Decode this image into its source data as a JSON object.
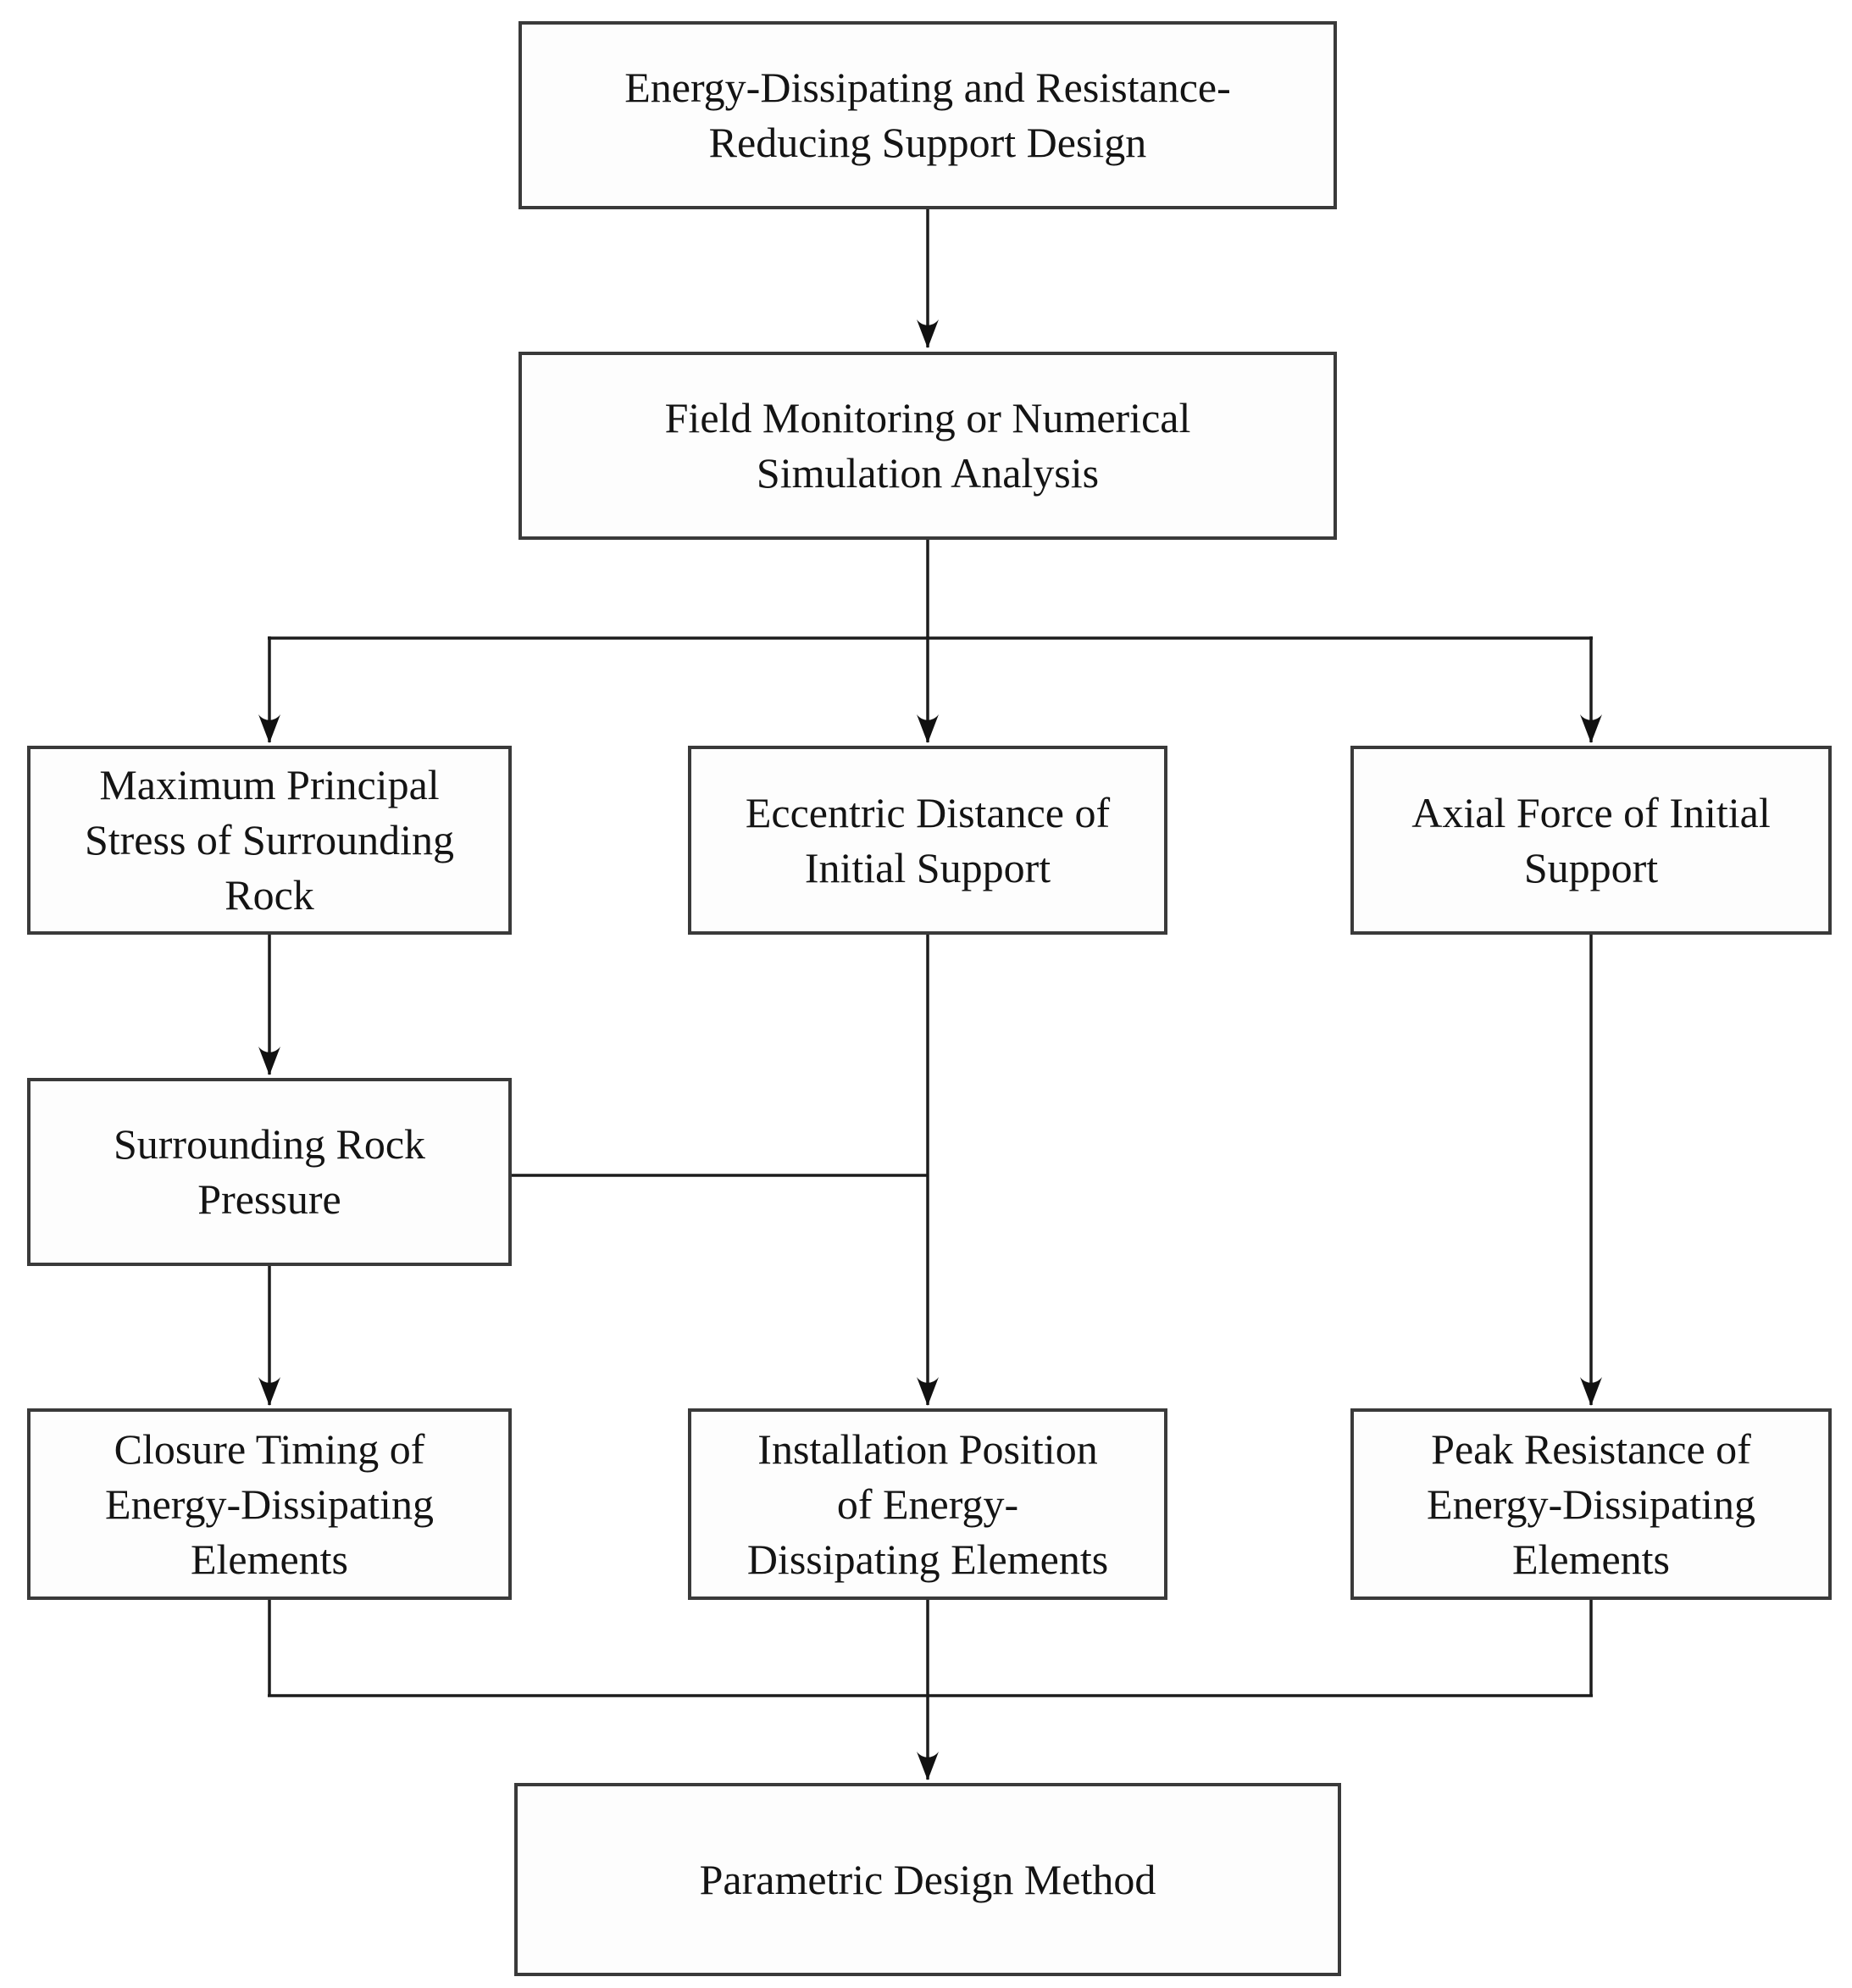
{
  "nodes": {
    "support_design": {
      "label": [
        "Energy-Dissipating and Resistance-",
        "Reducing Support Design"
      ]
    },
    "field_monitoring": {
      "label": [
        "Field Monitoring or Numerical",
        "Simulation Analysis"
      ]
    },
    "max_principal_stress": {
      "label": [
        "Maximum Principal",
        "Stress of Surrounding",
        "Rock"
      ]
    },
    "eccentric_distance": {
      "label": [
        "Eccentric Distance of",
        "Initial Support"
      ]
    },
    "axial_force": {
      "label": [
        "Axial Force of Initial",
        "Support"
      ]
    },
    "rock_pressure": {
      "label": [
        "Surrounding Rock",
        "Pressure"
      ]
    },
    "closure_timing": {
      "label": [
        "Closure Timing of",
        "Energy-Dissipating",
        "Elements"
      ]
    },
    "installation_position": {
      "label": [
        "Installation Position",
        "of Energy-",
        "Dissipating Elements"
      ]
    },
    "peak_resistance": {
      "label": [
        "Peak Resistance of",
        "Energy-Dissipating",
        "Elements"
      ]
    },
    "parametric_design": {
      "label": "Parametric Design Method"
    }
  },
  "edges": [
    {
      "from": "support_design",
      "to": "field_monitoring",
      "arrow": true
    },
    {
      "from": "field_monitoring",
      "to": "max_principal_stress",
      "arrow": true
    },
    {
      "from": "field_monitoring",
      "to": "eccentric_distance",
      "arrow": true
    },
    {
      "from": "field_monitoring",
      "to": "axial_force",
      "arrow": true
    },
    {
      "from": "max_principal_stress",
      "to": "rock_pressure",
      "arrow": true
    },
    {
      "from": "rock_pressure",
      "to": "closure_timing",
      "arrow": true
    },
    {
      "from": "rock_pressure",
      "to": "installation_position",
      "arrow": false
    },
    {
      "from": "eccentric_distance",
      "to": "installation_position",
      "arrow": true
    },
    {
      "from": "axial_force",
      "to": "peak_resistance",
      "arrow": true
    },
    {
      "from": "closure_timing",
      "to": "parametric_design",
      "arrow": true
    },
    {
      "from": "installation_position",
      "to": "parametric_design",
      "arrow": true
    },
    {
      "from": "peak_resistance",
      "to": "parametric_design",
      "arrow": true
    }
  ],
  "colors": {
    "background": "#ffffff",
    "box_fill": "#fdfdfd",
    "box_border": "#3a3a3a",
    "connector": "#1c1c1c",
    "text": "#141414"
  }
}
